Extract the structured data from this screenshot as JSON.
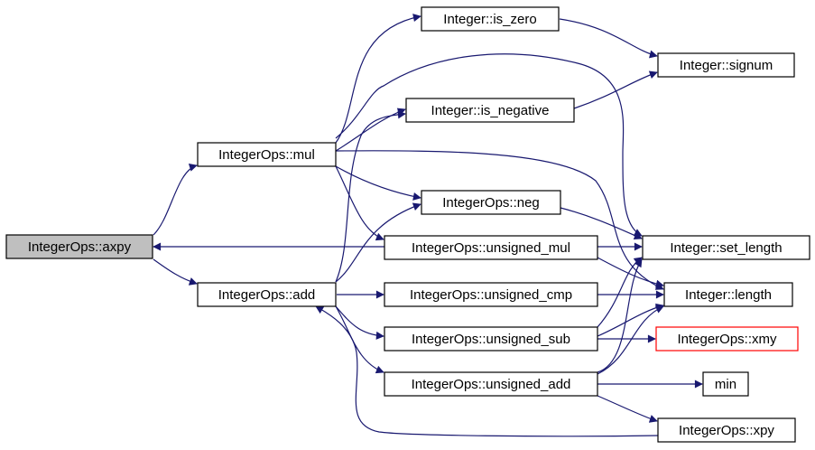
{
  "colors": {
    "edge": "#191970",
    "root_fill": "#bfbfbf",
    "external_border": "#ff0000"
  },
  "nodes": [
    {
      "id": "axpy",
      "label": "IntegerOps::axpy",
      "style": "root"
    },
    {
      "id": "mul",
      "label": "IntegerOps::mul"
    },
    {
      "id": "add",
      "label": "IntegerOps::add"
    },
    {
      "id": "is_zero",
      "label": "Integer::is_zero"
    },
    {
      "id": "signum",
      "label": "Integer::signum"
    },
    {
      "id": "is_negative",
      "label": "Integer::is_negative"
    },
    {
      "id": "neg",
      "label": "IntegerOps::neg"
    },
    {
      "id": "unsigned_mul",
      "label": "IntegerOps::unsigned_mul"
    },
    {
      "id": "set_length",
      "label": "Integer::set_length"
    },
    {
      "id": "unsigned_cmp",
      "label": "IntegerOps::unsigned_cmp"
    },
    {
      "id": "length",
      "label": "Integer::length"
    },
    {
      "id": "unsigned_sub",
      "label": "IntegerOps::unsigned_sub"
    },
    {
      "id": "xmy",
      "label": "IntegerOps::xmy",
      "style": "external"
    },
    {
      "id": "unsigned_add",
      "label": "IntegerOps::unsigned_add"
    },
    {
      "id": "min",
      "label": "min"
    },
    {
      "id": "xpy",
      "label": "IntegerOps::xpy"
    }
  ],
  "edges": [
    {
      "from": "axpy",
      "to": "mul"
    },
    {
      "from": "axpy",
      "to": "add"
    },
    {
      "from": "mul",
      "to": "is_zero"
    },
    {
      "from": "mul",
      "to": "is_negative"
    },
    {
      "from": "mul",
      "to": "neg"
    },
    {
      "from": "mul",
      "to": "unsigned_mul"
    },
    {
      "from": "mul",
      "to": "set_length"
    },
    {
      "from": "mul",
      "to": "length"
    },
    {
      "from": "is_zero",
      "to": "signum"
    },
    {
      "from": "is_negative",
      "to": "signum"
    },
    {
      "from": "unsigned_mul",
      "to": "axpy"
    },
    {
      "from": "add",
      "to": "is_negative"
    },
    {
      "from": "add",
      "to": "neg"
    },
    {
      "from": "add",
      "to": "unsigned_cmp"
    },
    {
      "from": "add",
      "to": "unsigned_sub"
    },
    {
      "from": "add",
      "to": "unsigned_add"
    },
    {
      "from": "neg",
      "to": "set_length"
    },
    {
      "from": "unsigned_mul",
      "to": "set_length"
    },
    {
      "from": "unsigned_mul",
      "to": "length"
    },
    {
      "from": "unsigned_cmp",
      "to": "length"
    },
    {
      "from": "unsigned_sub",
      "to": "set_length"
    },
    {
      "from": "unsigned_sub",
      "to": "length"
    },
    {
      "from": "unsigned_sub",
      "to": "xmy"
    },
    {
      "from": "unsigned_add",
      "to": "set_length"
    },
    {
      "from": "unsigned_add",
      "to": "length"
    },
    {
      "from": "unsigned_add",
      "to": "min"
    },
    {
      "from": "unsigned_add",
      "to": "xpy"
    },
    {
      "from": "xpy",
      "to": "add"
    }
  ]
}
